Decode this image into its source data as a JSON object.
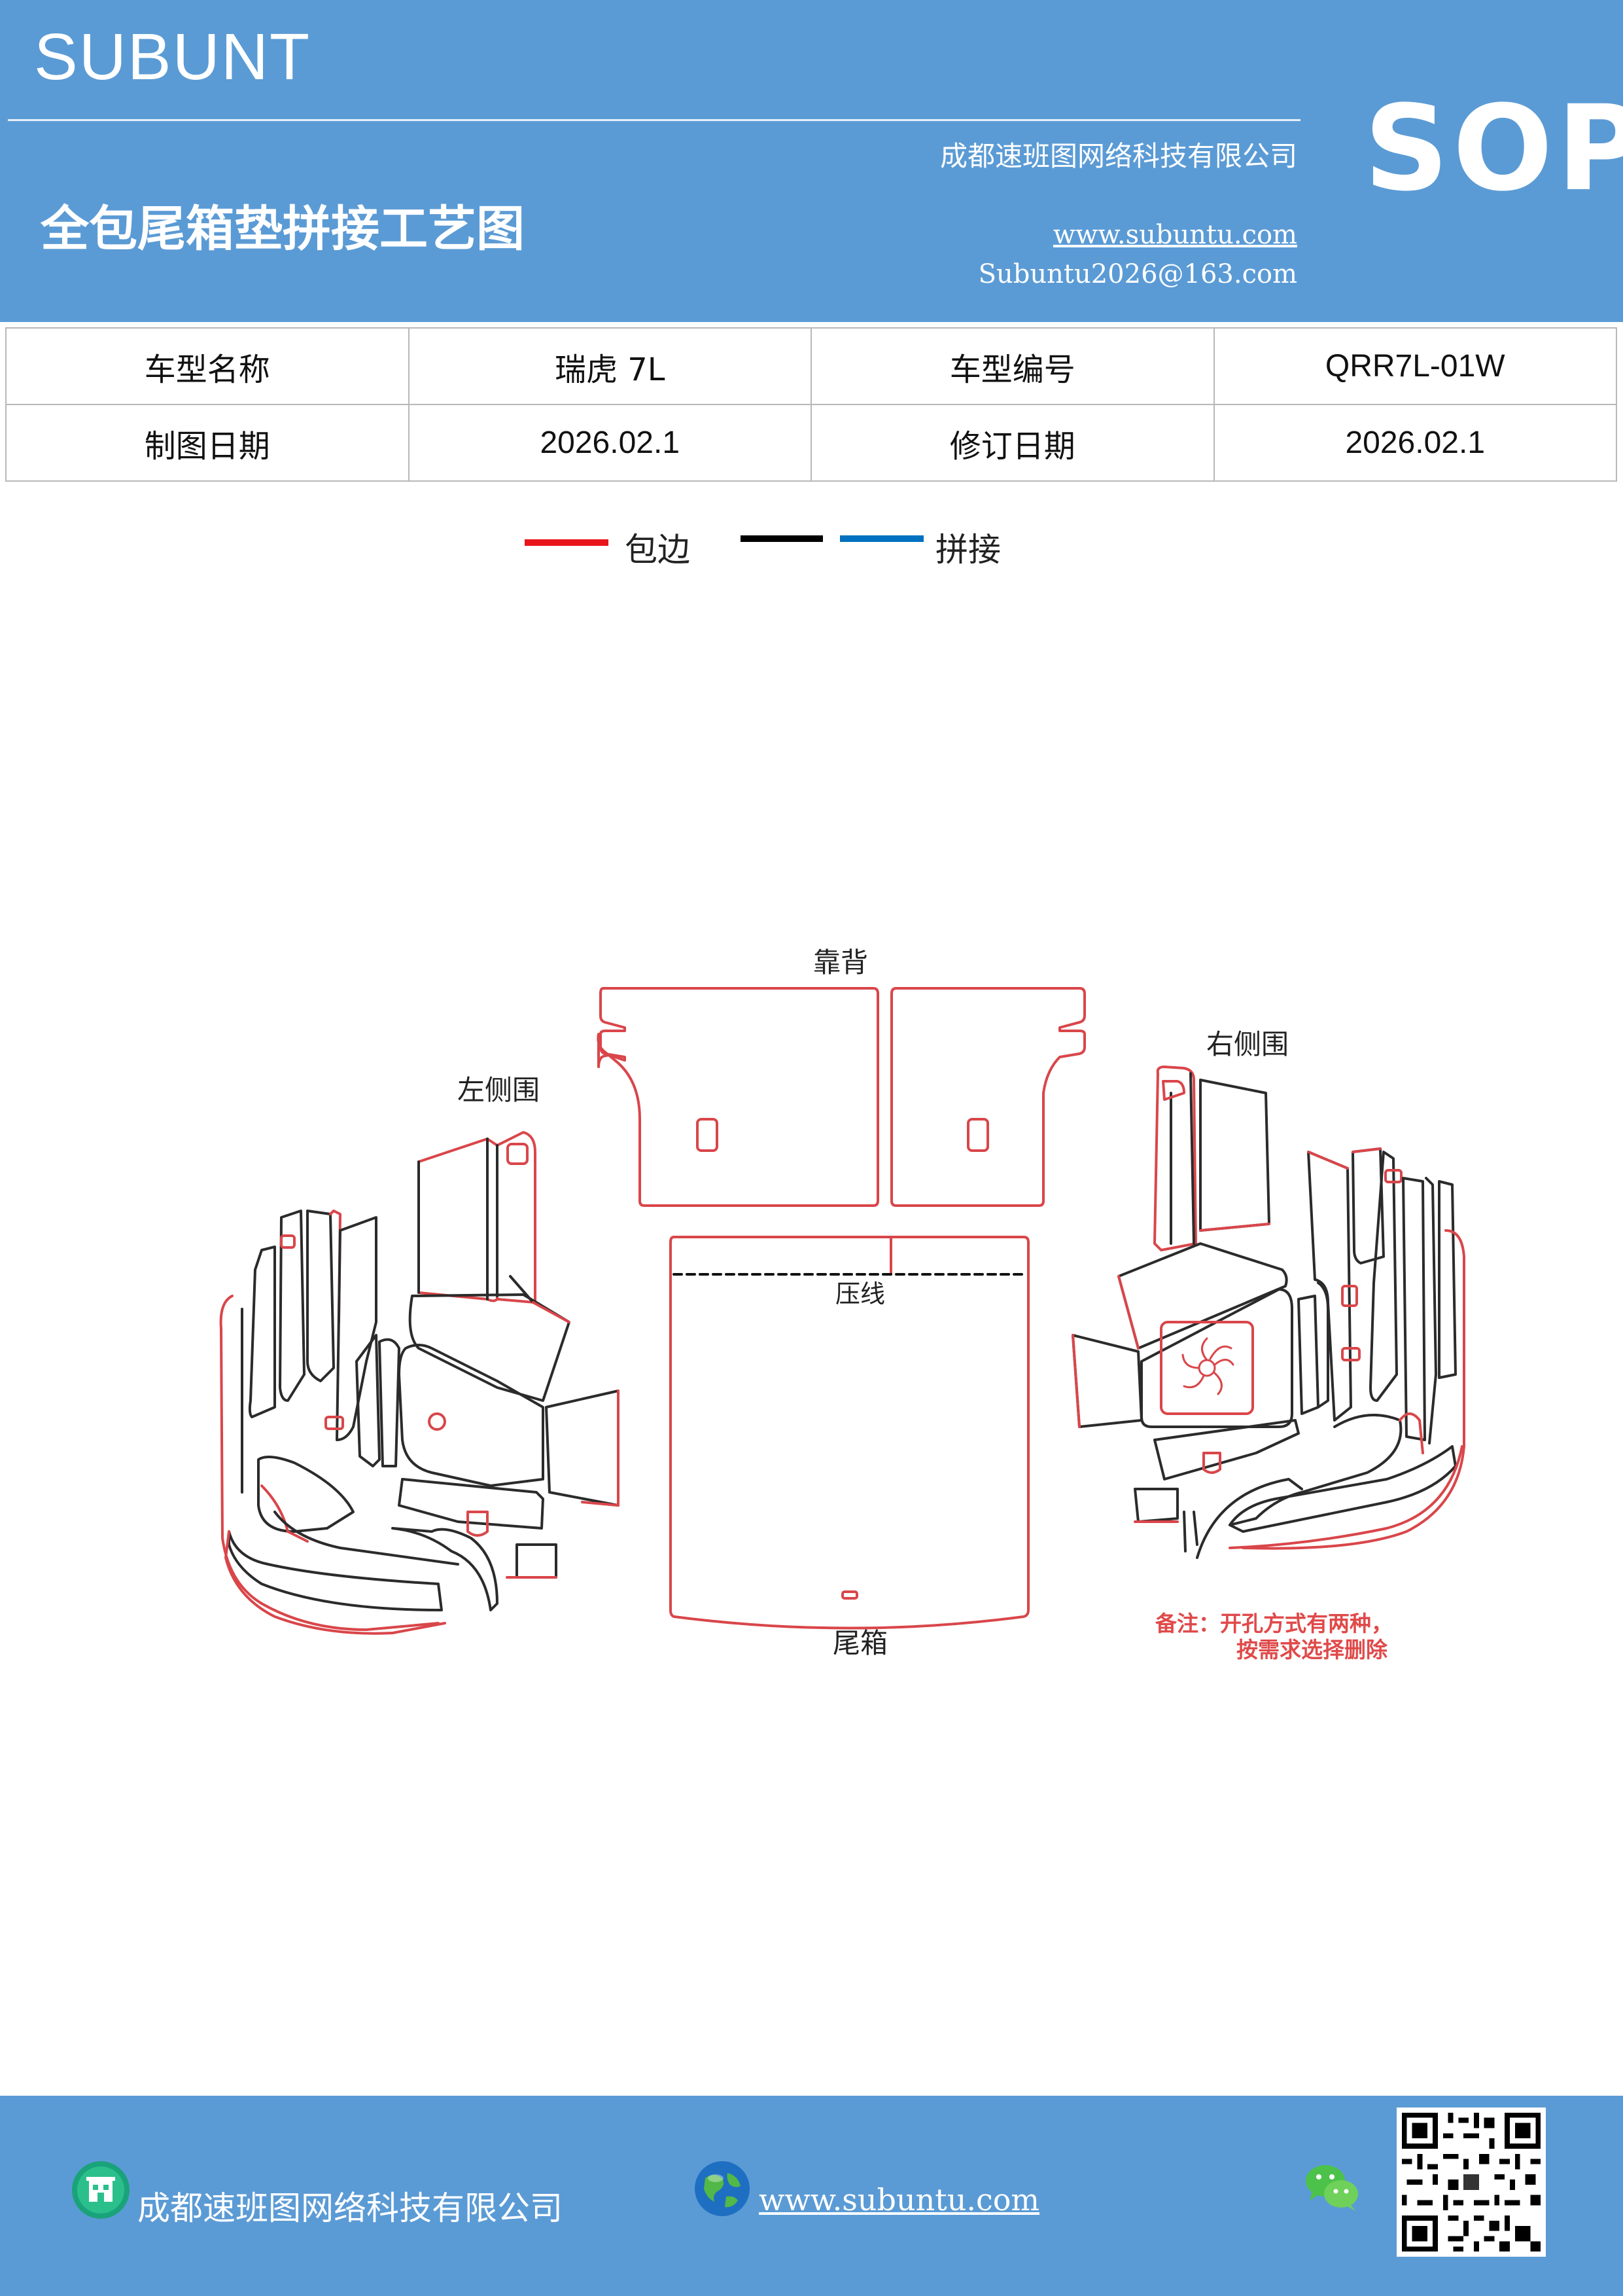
{
  "header": {
    "brand": "SUBUNT",
    "company": "成都速班图网络科技有限公司",
    "title": "全包尾箱垫拼接工艺图",
    "website": "www.subuntu.com",
    "email": "Subuntu2026@163.com",
    "badge": "SOP"
  },
  "info_table": {
    "row1": {
      "label1": "车型名称",
      "value1": "瑞虎 7L",
      "label2": "车型编号",
      "value2": "QRR7L-01W"
    },
    "row2": {
      "label1": "制图日期",
      "value1": "2026.02.1",
      "label2": "修订日期",
      "value2": "2026.02.1"
    }
  },
  "legend": {
    "red_label": "包边",
    "join_label": "拼接",
    "colors": {
      "red": "#e8161b",
      "black": "#000000",
      "blue": "#0070c0"
    }
  },
  "diagram": {
    "backrest": "靠背",
    "left_side": "左侧围",
    "right_side": "右侧围",
    "crease": "压线",
    "trunk": "尾箱",
    "note_line1": "备注：开孔方式有两种，",
    "note_line2": "按需求选择删除",
    "colors": {
      "edge": "#d9464a",
      "seam": "#2b2b2b",
      "note": "#e04a4a"
    }
  },
  "footer": {
    "company": "成都速班图网络科技有限公司",
    "website": "www.subuntu.com",
    "icons": [
      "building-icon",
      "globe-icon",
      "wechat-icon",
      "qr-code"
    ]
  }
}
